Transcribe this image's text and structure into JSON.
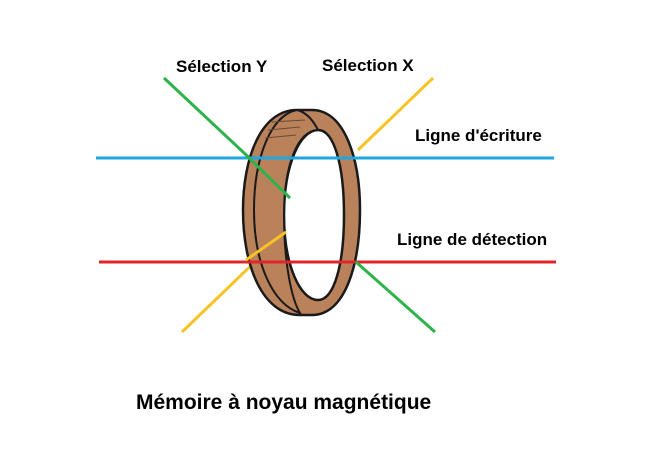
{
  "labels": {
    "selection_y": "Sélection Y",
    "selection_x": "Sélection X",
    "write_line": "Ligne d'écriture",
    "sense_line": "Ligne de détection",
    "title": "Mémoire à noyau magnétique"
  },
  "colors": {
    "selection_y_wire": "#2db34a",
    "selection_x_wire": "#f7c325",
    "write_wire": "#1ea7e1",
    "sense_wire": "#e0262b",
    "core_fill": "#b9825b",
    "core_outline": "#1a1a1a"
  }
}
